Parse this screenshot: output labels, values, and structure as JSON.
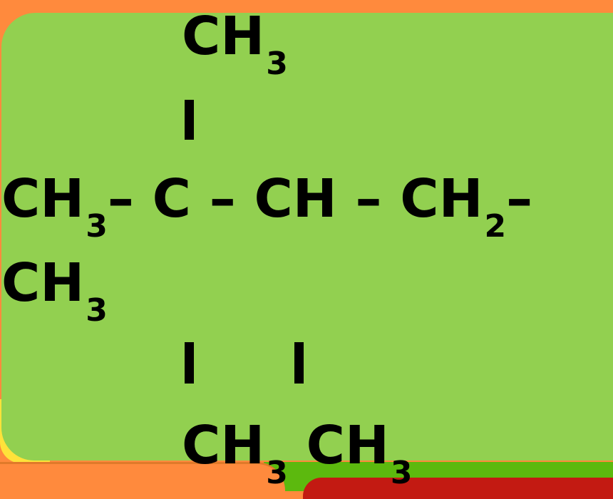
{
  "formula": {
    "top_group": {
      "element": "CH",
      "sub": "3"
    },
    "main_chain": [
      {
        "element": "CH",
        "sub": "3"
      },
      {
        "bond": "–"
      },
      {
        "element": "C"
      },
      {
        "bond": "–"
      },
      {
        "element": "CH"
      },
      {
        "bond": "–"
      },
      {
        "element": "CH",
        "sub": "2"
      },
      {
        "bond": "–"
      }
    ],
    "wrapped_group": {
      "element": "CH",
      "sub": "3"
    },
    "bottom_left": {
      "element": "CH",
      "sub": "3"
    },
    "bottom_right": {
      "element": "CH",
      "sub": "3"
    }
  },
  "colors": {
    "panel": "#92d050",
    "background": "#ff8a3d",
    "accent_yellow": "#ffe23a",
    "accent_green": "#5cb90e",
    "accent_red": "#c31a12"
  }
}
